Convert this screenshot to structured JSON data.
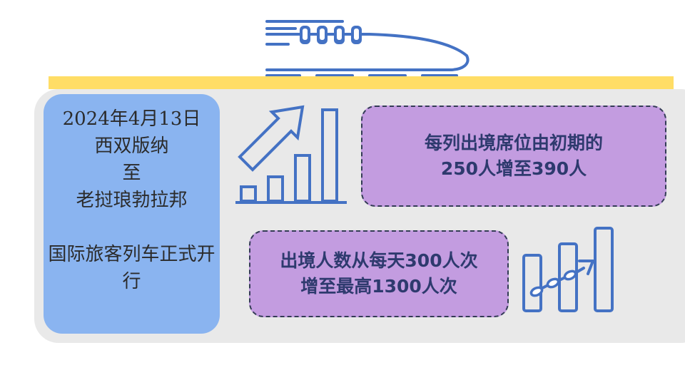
{
  "colors": {
    "icon_blue": "#4472c4",
    "rail_yellow": "#ffdd66",
    "panel_gray": "#e9e9e9",
    "date_card_blue": "#8ab4f0",
    "callout_purple": "#c39ce0"
  },
  "icons": {
    "train": "high-speed-train-icon",
    "growth": "bar-chart-growth-arrow-icon",
    "trend": "bar-trend-arrow-icon"
  },
  "date_card": {
    "lines": [
      "2024年4月13日",
      "西双版纳",
      "至",
      "老挝琅勃拉邦"
    ],
    "subtitle": "国际旅客列车正式开行"
  },
  "callouts": {
    "seats": {
      "line1": "每列出境席位由初期的",
      "line2": "250人增至390人"
    },
    "passengers": {
      "line1": "出境人数从每天300人次",
      "line2": "增至最高1300人次"
    }
  }
}
